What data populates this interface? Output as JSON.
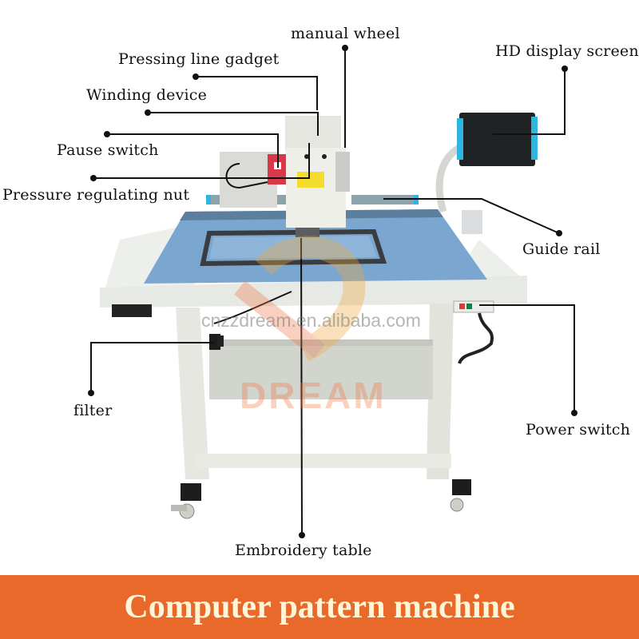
{
  "image": {
    "subject": "Computer pattern sewing machine on work table with labeled parts",
    "background_color": "#FFFFFF"
  },
  "callouts": [
    {
      "id": "manual-wheel",
      "label": "manual wheel"
    },
    {
      "id": "pressing-line-gadget",
      "label": "Pressing line gadget"
    },
    {
      "id": "hd-display-screen",
      "label": "HD display screen"
    },
    {
      "id": "winding-device",
      "label": "Winding device"
    },
    {
      "id": "pause-switch",
      "label": "Pause switch"
    },
    {
      "id": "pressure-regulating-nut",
      "label": "Pressure regulating nut"
    },
    {
      "id": "guide-rail",
      "label": "Guide rail"
    },
    {
      "id": "filter",
      "label": "filter"
    },
    {
      "id": "power-switch",
      "label": "Power switch"
    },
    {
      "id": "embroidery-table",
      "label": "Embroidery table"
    }
  ],
  "watermark": {
    "url": "cnzzdream.en.alibaba.com",
    "brand": "DREAM"
  },
  "banner": {
    "title": "Computer pattern machine",
    "background": "#E8692A",
    "text_color": "#FFF6DA"
  },
  "colors": {
    "table_top": "#6E9CC4",
    "frame": "#E4E6DE",
    "screen_accent": "#2EB6E0",
    "leader_line": "#111111"
  }
}
